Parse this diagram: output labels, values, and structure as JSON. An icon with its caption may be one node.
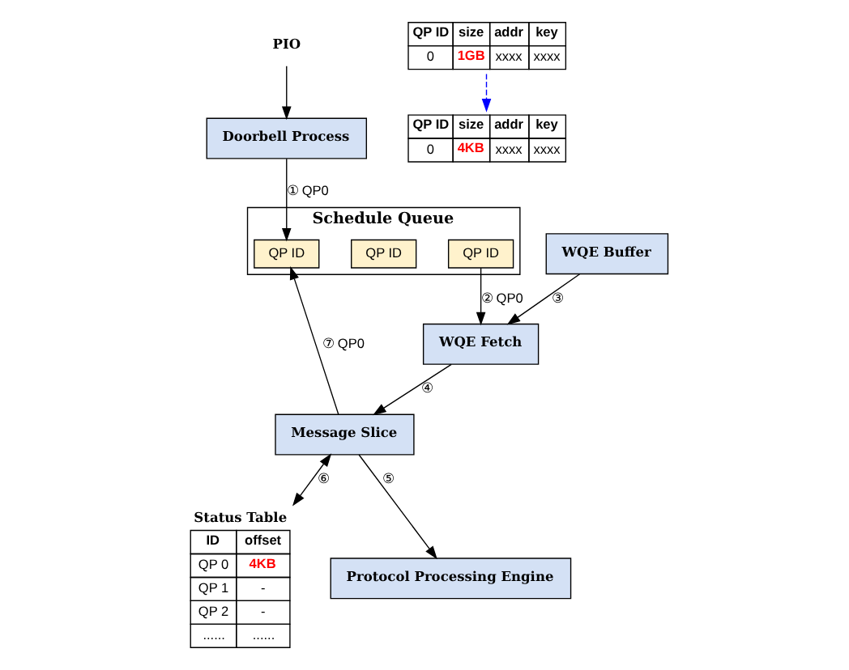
{
  "diagram": {
    "nodes": [
      {
        "text": [
          "PIO"
        ]
      },
      {
        "text": [
          "Doorbell Process"
        ]
      },
      {
        "text": [
          "Schedule Queue"
        ]
      },
      {
        "text": [
          "QP ID"
        ],
        "in": 2
      },
      {
        "text": [
          "QP ID"
        ],
        "in": 2
      },
      {
        "text": [
          "QP ID"
        ],
        "in": 2
      },
      {
        "text": [
          "QP ID",
          "size",
          "addr",
          "key",
          "0",
          "1GB",
          "xxxx",
          "xxxx"
        ]
      },
      {
        "text": [
          "WQE Fetch"
        ]
      },
      {
        "text": [
          "WQE Buffer"
        ]
      },
      {
        "text": [
          "Status Table",
          "ID",
          "offset",
          "QP 0",
          "4KB",
          "QP 1",
          "-",
          "QP 2",
          "-",
          "......",
          "......"
        ]
      },
      {
        "text": [
          "Message Slice"
        ]
      },
      {
        "text": [
          "QP ID",
          "size",
          "addr",
          "key",
          "0",
          "4KB",
          "xxxx",
          "xxxx"
        ]
      },
      {
        "text": [
          "Protocol Processing Engine"
        ]
      }
    ],
    "edges": [
      {
        "from": 0,
        "to": 1,
        "arrow": "to"
      },
      {
        "from": 1,
        "to": 5,
        "arrow": "to",
        "label": "① QP0"
      },
      {
        "from": 3,
        "to": 7,
        "arrow": "to",
        "label": "② QP0"
      },
      {
        "from": 8,
        "to": 7,
        "arrow": "to",
        "label": "③"
      },
      {
        "from": 7,
        "to": 10,
        "arrow": "to",
        "label": "④"
      },
      {
        "from": 10,
        "to": 12,
        "arrow": "to",
        "label": "⑤"
      },
      {
        "from": 10,
        "to": 9,
        "arrow": "both",
        "label": "⑥"
      },
      {
        "from": 10,
        "to": 5,
        "arrow": "to",
        "label": "⑦ QP0"
      },
      {
        "from": 6,
        "to": 11,
        "arrow": "to",
        "style": "dashed",
        "color": "#0000ff"
      }
    ]
  }
}
